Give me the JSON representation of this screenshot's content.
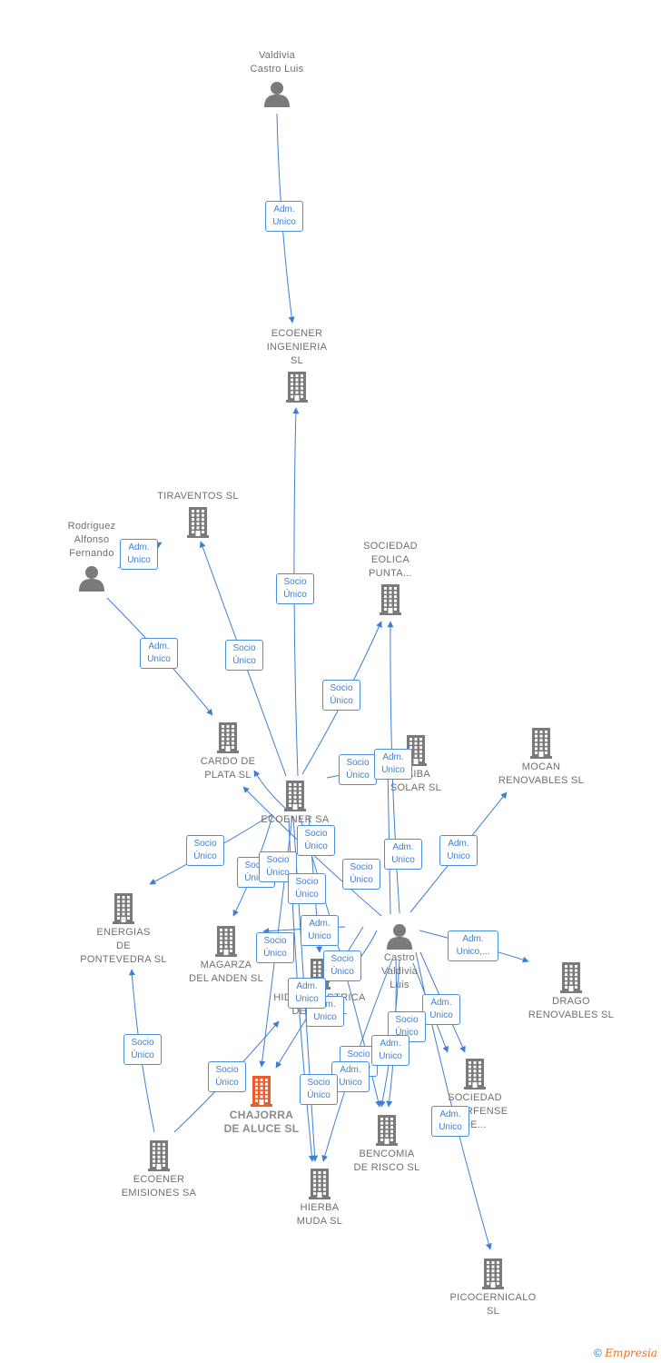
{
  "nodes": [
    {
      "id": "valdivia_castro",
      "type": "person",
      "label": "Valdivia\nCastro Luis"
    },
    {
      "id": "ecoener_ingenieria",
      "type": "company",
      "label": "ECOENER\nINGENIERIA\nSL"
    },
    {
      "id": "tiraventos",
      "type": "company",
      "label": "TIRAVENTOS SL"
    },
    {
      "id": "rodriguez",
      "type": "person",
      "label": "Rodriguez\nAlfonso\nFernando"
    },
    {
      "id": "sociedad_eolica",
      "type": "company",
      "label": "SOCIEDAD\nEOLICA\nPUNTA..."
    },
    {
      "id": "cardo",
      "type": "company",
      "label": "CARDO DE\nPLATA  SL"
    },
    {
      "id": "jaiba",
      "type": "company",
      "label": "JAIBA\nSOLAR  SL"
    },
    {
      "id": "mocan",
      "type": "company",
      "label": "MOCAN\nRENOVABLES SL"
    },
    {
      "id": "ecoener_sa",
      "type": "company",
      "label": "ECOENER SA"
    },
    {
      "id": "energias",
      "type": "company",
      "label": "ENERGIAS\nDE\nPONTEVEDRA SL"
    },
    {
      "id": "magarza",
      "type": "company",
      "label": "MAGARZA\nDEL ANDEN  SL"
    },
    {
      "id": "castro_valdivia",
      "type": "person",
      "label": "Castro\nValdivia\nLuis"
    },
    {
      "id": "hidroelectrica",
      "type": "company",
      "label": "HIDROELECTRICA\nDEL C...  SL"
    },
    {
      "id": "drago",
      "type": "company",
      "label": "DRAGO\nRENOVABLES SL"
    },
    {
      "id": "chajorra",
      "type": "company_focus",
      "label": "CHAJORRA\nDE ALUCE  SL"
    },
    {
      "id": "sociedad_tinerfense",
      "type": "company",
      "label": "SOCIEDAD\nTINERFENSE\nDE..."
    },
    {
      "id": "bencomia",
      "type": "company",
      "label": "BENCOMIA\nDE RISCO  SL"
    },
    {
      "id": "ecoener_emisiones",
      "type": "company",
      "label": "ECOENER\nEMISIONES SA"
    },
    {
      "id": "hierba",
      "type": "company",
      "label": "HIERBA\nMUDA  SL"
    },
    {
      "id": "picocernicalo",
      "type": "company",
      "label": "PICOCERNICALO\nSL"
    }
  ],
  "edge_labels": [
    "Adm.\nUnico",
    "Adm.\nUnico",
    "Adm.\nUnico",
    "Socio\nÚnico",
    "Socio\nÚnico",
    "Socio\nÚnico",
    "Socio\nÚnico",
    "Adm.\nUnico",
    "Socio\nÚnico",
    "Adm.\nUnico",
    "Adm.\nUnico",
    "Socio\nÚnico",
    "Socio\nÚnico",
    "Socio\nÚnico",
    "Socio\nÚnico",
    "Adm.\nUnico",
    "Socio\nÚnico",
    "Adm.\nUnico,...",
    "Socio\nÚnico",
    "Adm.\nUnico",
    "Socio\nÚnico",
    "Adm.\nUnico",
    "Socio\nÚnico",
    "Socio\nÚnico",
    "Adm.\nUnico",
    "Socio\nÚnico",
    "Adm.\nUnico",
    "Socio\nÚnico",
    "Socio\nÚnico",
    "Adm.\nUnico",
    "Adm.\nUnico"
  ],
  "colors": {
    "edge": "#3d7fd6",
    "icon": "#7a7a7a",
    "focus": "#f05a28"
  },
  "footer": {
    "copyright": "©",
    "brand": "Empresia"
  }
}
